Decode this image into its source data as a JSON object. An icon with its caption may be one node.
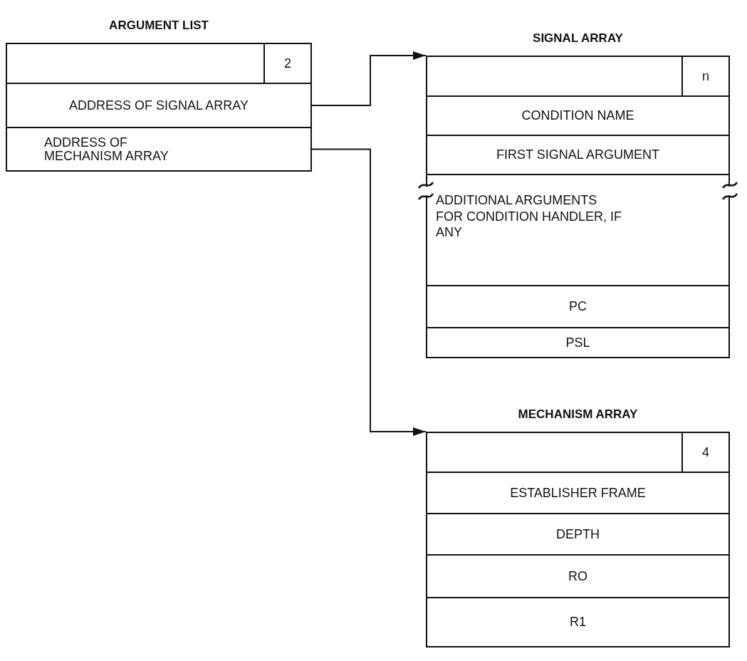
{
  "diagram": {
    "nodes": [
      {
        "text": [
          "ARGUMENT LIST"
        ]
      },
      {
        "text": [],
        "shape": "box",
        "in": 0
      },
      {
        "text": [
          "2"
        ],
        "in": 0
      },
      {
        "text": [
          "ADDRESS OF SIGNAL ARRAY"
        ],
        "in": 0
      },
      {
        "text": [
          "ADDRESS OF MECHANISM ARRAY"
        ],
        "in": 0
      },
      {
        "text": [
          "SIGNAL ARRAY"
        ]
      },
      {
        "text": [],
        "shape": "box",
        "in": 5
      },
      {
        "text": [
          "n"
        ],
        "in": 5
      },
      {
        "text": [
          "CONDITION NAME"
        ],
        "in": 5
      },
      {
        "text": [
          "FIRST SIGNAL ARGUMENT"
        ],
        "in": 5
      },
      {
        "text": [
          "ADDITIONAL ARGUMENTS FOR CONDITION HANDLER, IF ANY"
        ],
        "in": 5
      },
      {
        "text": [
          "PC"
        ],
        "in": 5
      },
      {
        "text": [
          "PSL"
        ],
        "in": 5
      },
      {
        "text": [
          "MECHANISM ARRAY"
        ]
      },
      {
        "text": [],
        "shape": "box",
        "in": 13
      },
      {
        "text": [
          "4"
        ],
        "in": 13
      },
      {
        "text": [
          "ESTABLISHER FRAME"
        ],
        "in": 13
      },
      {
        "text": [
          "DEPTH"
        ],
        "in": 13
      },
      {
        "text": [
          "RO"
        ],
        "in": 13
      },
      {
        "text": [
          "R1"
        ],
        "in": 13
      }
    ],
    "edges": [
      {
        "from": 3,
        "to": 5,
        "arrow": "to"
      },
      {
        "from": 4,
        "to": 13,
        "arrow": "to"
      }
    ]
  }
}
